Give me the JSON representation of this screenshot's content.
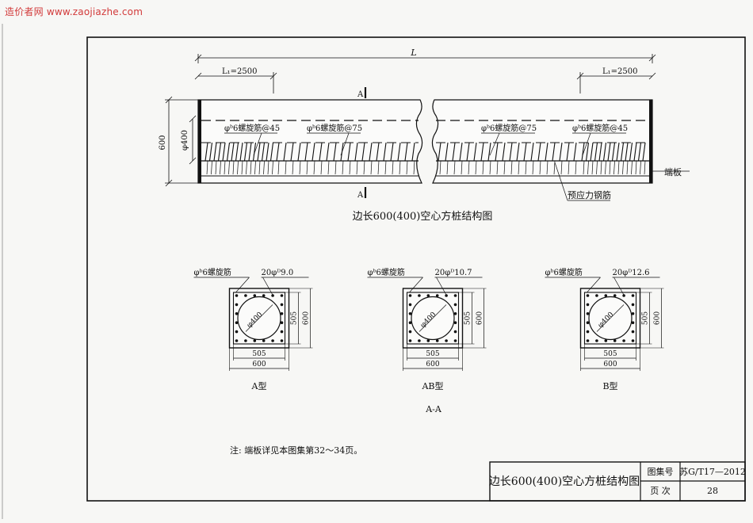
{
  "watermark": "造价者网 www.zaojiazhe.com",
  "drawing": {
    "dim_total": "L",
    "dim_l1_left": "L₁=2500",
    "dim_l1_right": "L₁=2500",
    "dim_height": "600",
    "dim_core": "φ400",
    "section_mark": "A",
    "spiral_labels": [
      "φᵇ6螺旋筋@45",
      "φᵇ6螺旋筋@75",
      "φᵇ6螺旋筋@75",
      "φᵇ6螺旋筋@45"
    ],
    "end_plate_label": "端板",
    "prestress_label": "预应力钢筋",
    "elevation_title": "边长600(400)空心方桩结构图"
  },
  "sections": [
    {
      "spiral": "φᵇ6螺旋筋",
      "bars": "20φᴰ9.0",
      "core": "φ400",
      "inner": "505",
      "outer": "600",
      "type": "A型",
      "bar_count": 20
    },
    {
      "spiral": "φᵇ6螺旋筋",
      "bars": "20φᴰ10.7",
      "core": "φ400",
      "inner": "505",
      "outer": "600",
      "type": "AB型",
      "bar_count": 20
    },
    {
      "spiral": "φᵇ6螺旋筋",
      "bars": "20φᴰ12.6",
      "core": "φ400",
      "inner": "505",
      "outer": "600",
      "type": "B型",
      "bar_count": 20
    }
  ],
  "section_title": "A-A",
  "note": "注: 端板详见本图集第32～34页。",
  "title_block": {
    "title": "边长600(400)空心方桩结构图",
    "atlas_label": "图集号",
    "atlas_value": "苏G/T17—2012",
    "page_label": "页  次",
    "page_value": "28"
  }
}
